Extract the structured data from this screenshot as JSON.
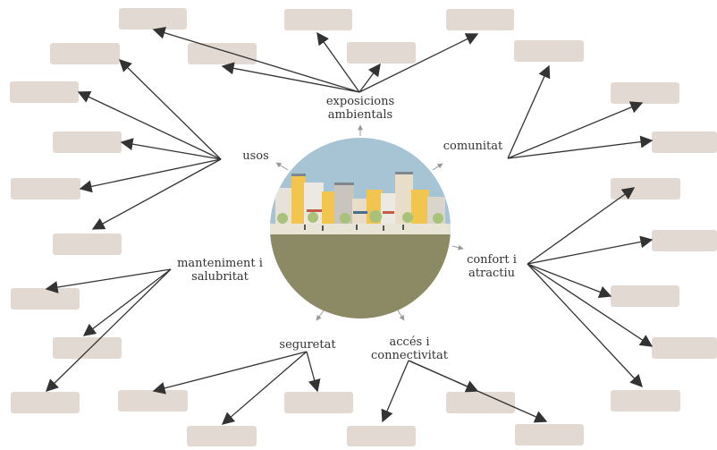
{
  "diagram": {
    "colors": {
      "box_fill": "#e2d9d3",
      "arrow": "#333333",
      "small_arrow": "#999999",
      "sky": "#a7c4d4",
      "ground": "#8b8a64"
    },
    "categories": [
      {
        "id": "exposicions",
        "lines": [
          "exposicions",
          "ambientals"
        ]
      },
      {
        "id": "usos",
        "lines": [
          "usos"
        ]
      },
      {
        "id": "comunitat",
        "lines": [
          "comunitat"
        ]
      },
      {
        "id": "confort",
        "lines": [
          "confort i",
          "atractiu"
        ]
      },
      {
        "id": "manteniment",
        "lines": [
          "manteniment i",
          "salubritat"
        ]
      },
      {
        "id": "seguretat",
        "lines": [
          "seguretat"
        ]
      },
      {
        "id": "acces",
        "lines": [
          "accés i",
          "connectivitat"
        ]
      }
    ]
  }
}
